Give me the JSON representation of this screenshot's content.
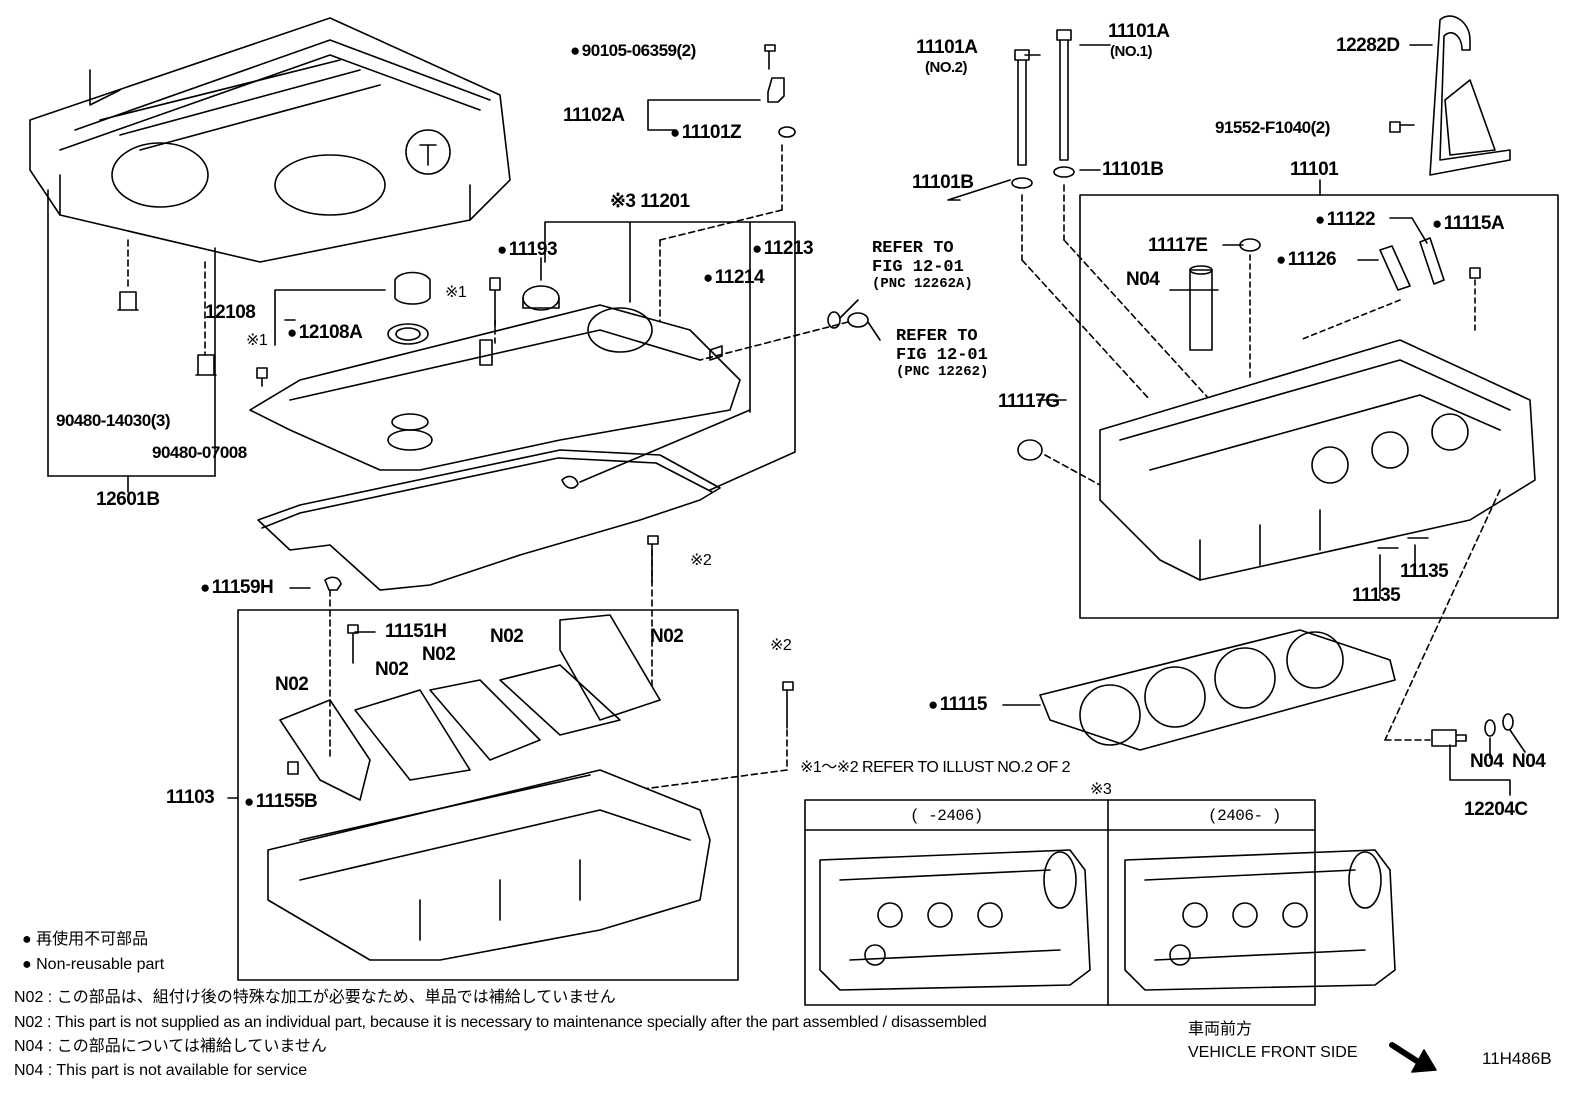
{
  "diagram_code": "11H486B",
  "labels": {
    "p90105": "90105-06359(2)",
    "p11102A": "11102A",
    "p11101Z": "11101Z",
    "x3_11201": "※3 11201",
    "p11193": "11193",
    "p11213": "11213",
    "p11214": "11214",
    "p12108": "12108",
    "x1a": "※1",
    "x1b": "※1",
    "p12108A": "12108A",
    "p90480_14030": "90480-14030(3)",
    "p90480_07008": "90480-07008",
    "p12601B": "12601B",
    "p11101A_no2": "11101A",
    "no2": "(NO.2)",
    "p11101A_no1": "11101A",
    "no1": "(NO.1)",
    "p12282D": "12282D",
    "p91552": "91552-F1040(2)",
    "p11101B_l": "11101B",
    "p11101B_r": "11101B",
    "p11101": "11101",
    "p11122": "11122",
    "p11115A": "11115A",
    "p11117E": "11117E",
    "p11126": "11126",
    "pN04_top": "N04",
    "p11117G": "11117G",
    "p11135_a": "11135",
    "p11135_b": "11135",
    "p11159H": "11159H",
    "x2a": "※2",
    "x2b": "※2",
    "p11151H": "11151H",
    "N02_a": "N02",
    "N02_b": "N02",
    "N02_c": "N02",
    "N02_d": "N02",
    "N02_e": "N02",
    "p11103": "11103",
    "p11155B": "11155B",
    "p11115": "11115",
    "pN04_a": "N04",
    "pN04_b": "N04",
    "p12204C": "12204C",
    "refer_note": "※1～※2  REFER TO ILLUST NO.2 OF 2",
    "x3": "※3",
    "range_a": "(      -2406)",
    "range_b": "(2406-      )",
    "refer1_l1": "REFER TO",
    "refer1_l2": "FIG 12-01",
    "refer1_l3": "(PNC 12262A)",
    "refer2_l1": "REFER TO",
    "refer2_l2": "FIG 12-01",
    "refer2_l3": "(PNC 12262)"
  },
  "legend": {
    "jp": "再使用不可部品",
    "en": "Non-reusable part"
  },
  "notes": [
    "N02 : この部品は、組付け後の特殊な加工が必要なため、単品では補給していません",
    "N02 : This part is not supplied as an individual part, because it is necessary to maintenance specially after the part assembled / disassembled",
    "N04 : この部品については補給していません",
    "N04 : This part is not available for service"
  ],
  "vehicle_front": {
    "jp": "車両前方",
    "en": "VEHICLE FRONT SIDE"
  }
}
